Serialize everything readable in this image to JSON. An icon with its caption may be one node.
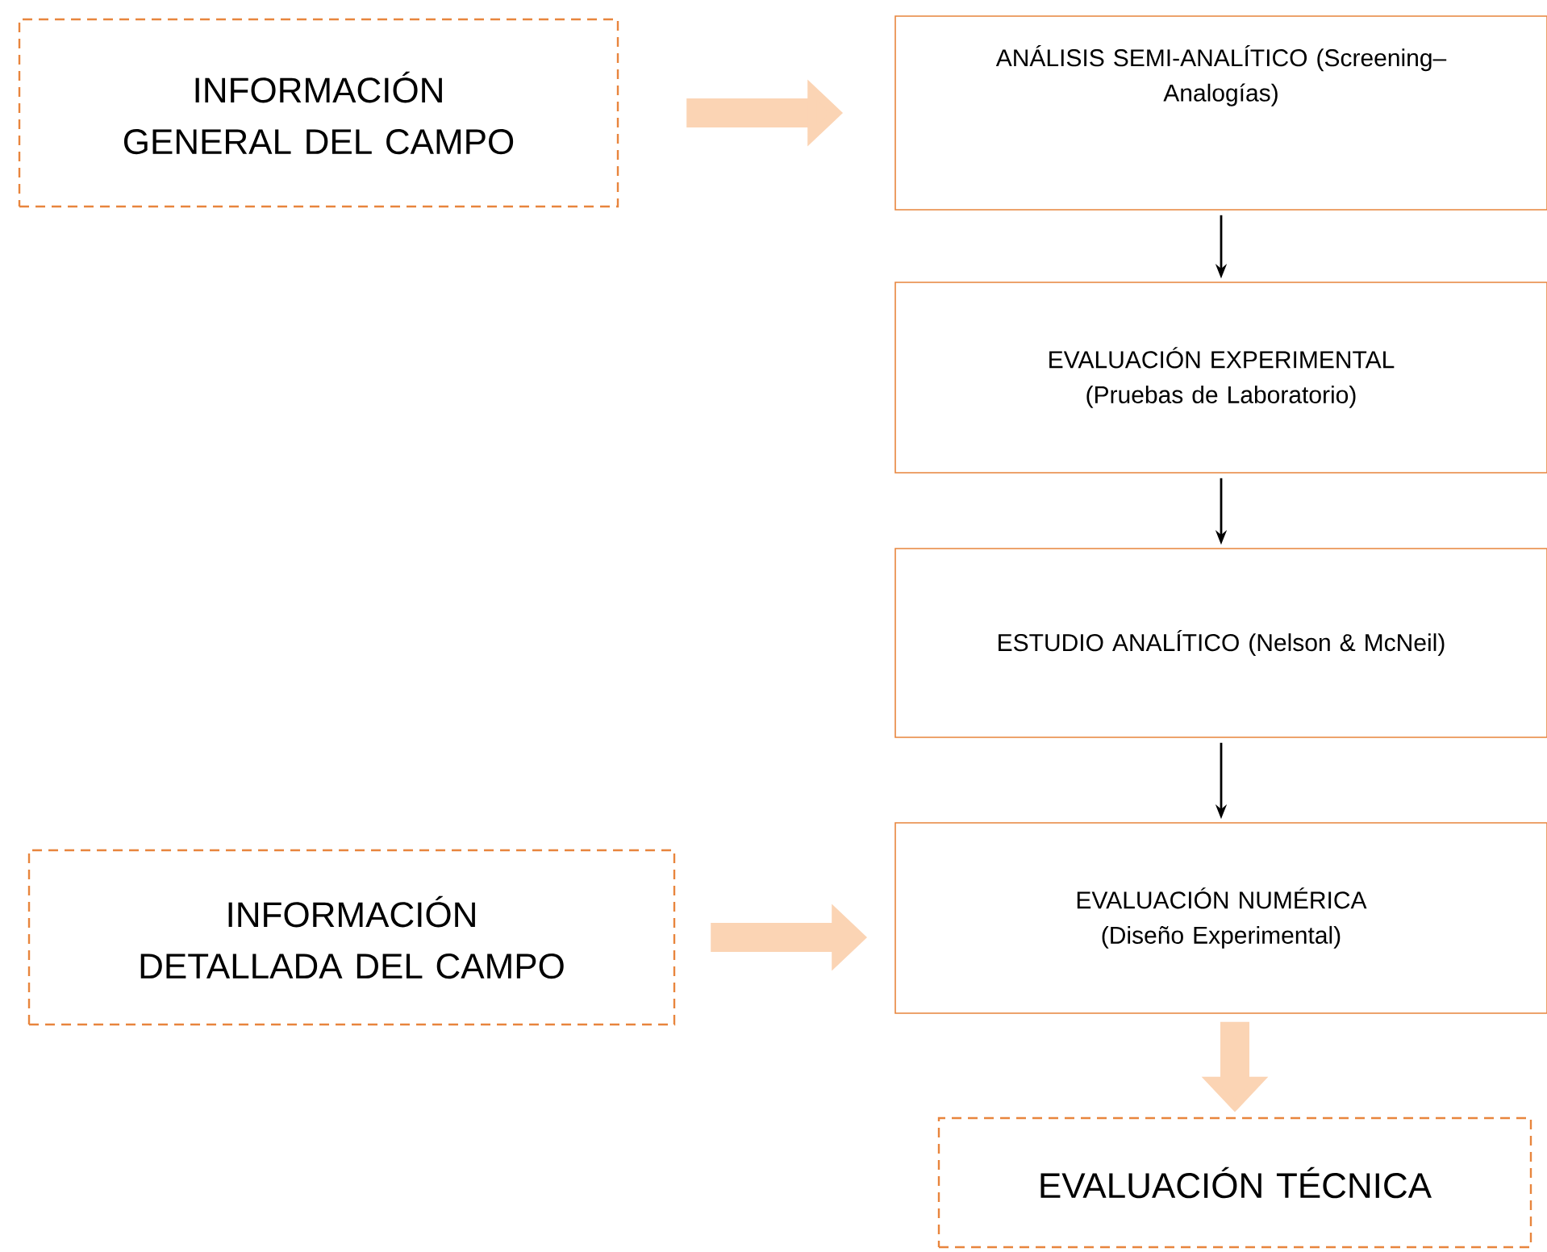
{
  "diagram": {
    "nodes": [
      {
        "text": [
          "INFORMACIÓN GENERAL DEL CAMPO"
        ]
      },
      {
        "text": [
          "ANÁLISIS SEMI-ANALÍTICO (Screening– Analogías)"
        ]
      },
      {
        "text": [
          "EVALUACIÓN EXPERIMENTAL (Pruebas de Laboratorio)"
        ]
      },
      {
        "text": [
          "ESTUDIO ANALÍTICO (Nelson & McNeil)"
        ]
      },
      {
        "text": [
          "EVALUACIÓN NUMÉRICA (Diseño Experimental)"
        ]
      },
      {
        "text": [
          "INFORMACIÓN DETALLADA DEL CAMPO"
        ]
      },
      {
        "text": [
          "EVALUACIÓN TÉCNICA"
        ]
      }
    ],
    "edges": [
      {
        "from": 0,
        "to": 1,
        "arrow": "to",
        "style": "thick",
        "color": "#fbd4b4"
      },
      {
        "from": 1,
        "to": 2,
        "arrow": "to",
        "color": "#000000"
      },
      {
        "from": 2,
        "to": 3,
        "arrow": "to",
        "color": "#000000"
      },
      {
        "from": 3,
        "to": 4,
        "arrow": "to",
        "color": "#000000"
      },
      {
        "from": 5,
        "to": 4,
        "arrow": "to",
        "style": "thick",
        "color": "#fbd4b4"
      },
      {
        "from": 4,
        "to": 6,
        "arrow": "to",
        "style": "thick",
        "color": "#fbd4b4"
      }
    ]
  }
}
